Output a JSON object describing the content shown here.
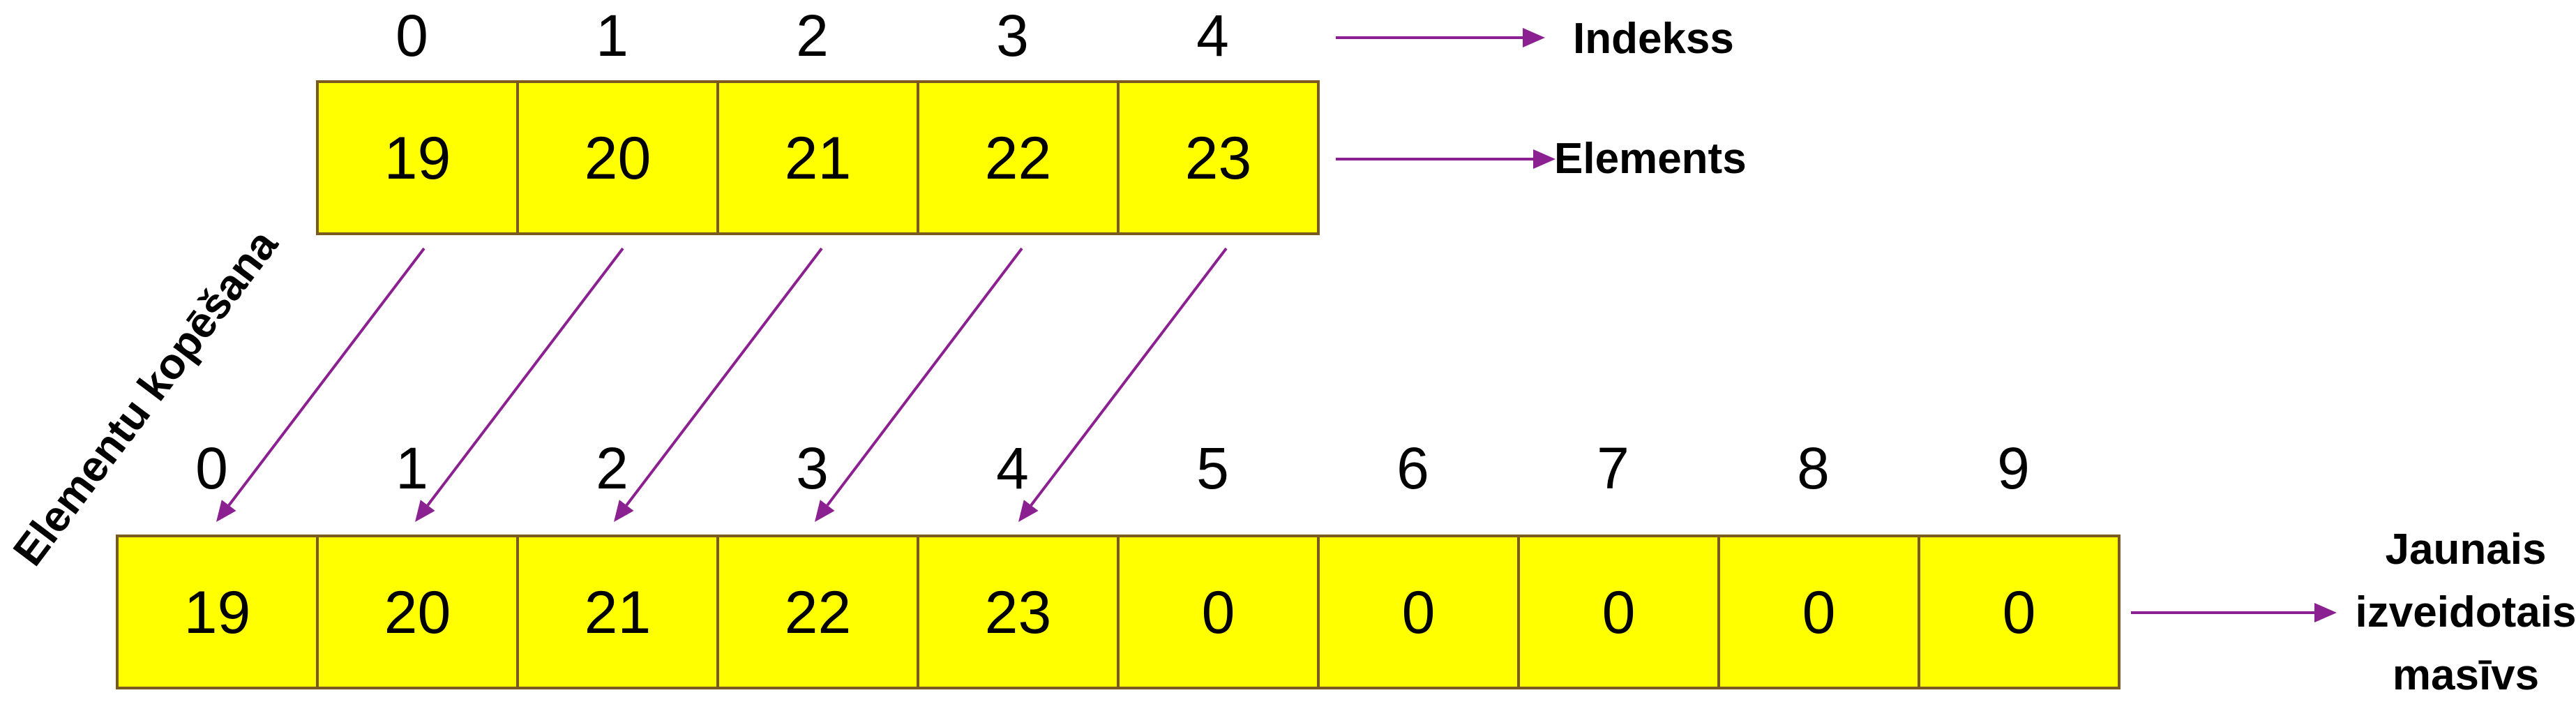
{
  "top_array": {
    "indices": [
      "0",
      "1",
      "2",
      "3",
      "4"
    ],
    "values": [
      "19",
      "20",
      "21",
      "22",
      "23"
    ]
  },
  "bottom_array": {
    "indices": [
      "0",
      "1",
      "2",
      "3",
      "4",
      "5",
      "6",
      "7",
      "8",
      "9"
    ],
    "values": [
      "19",
      "20",
      "21",
      "22",
      "23",
      "0",
      "0",
      "0",
      "0",
      "0"
    ]
  },
  "labels": {
    "index_label": "Indekss",
    "elements_label": "Elements",
    "new_array_label": [
      "Jaunais",
      "izveidotais",
      "masīvs"
    ],
    "copy_label": "Elementu kopēšana"
  },
  "colors": {
    "cell_fill": "#ffff00",
    "cell_border": "#7a5a1e",
    "arrow": "#8b2090"
  }
}
